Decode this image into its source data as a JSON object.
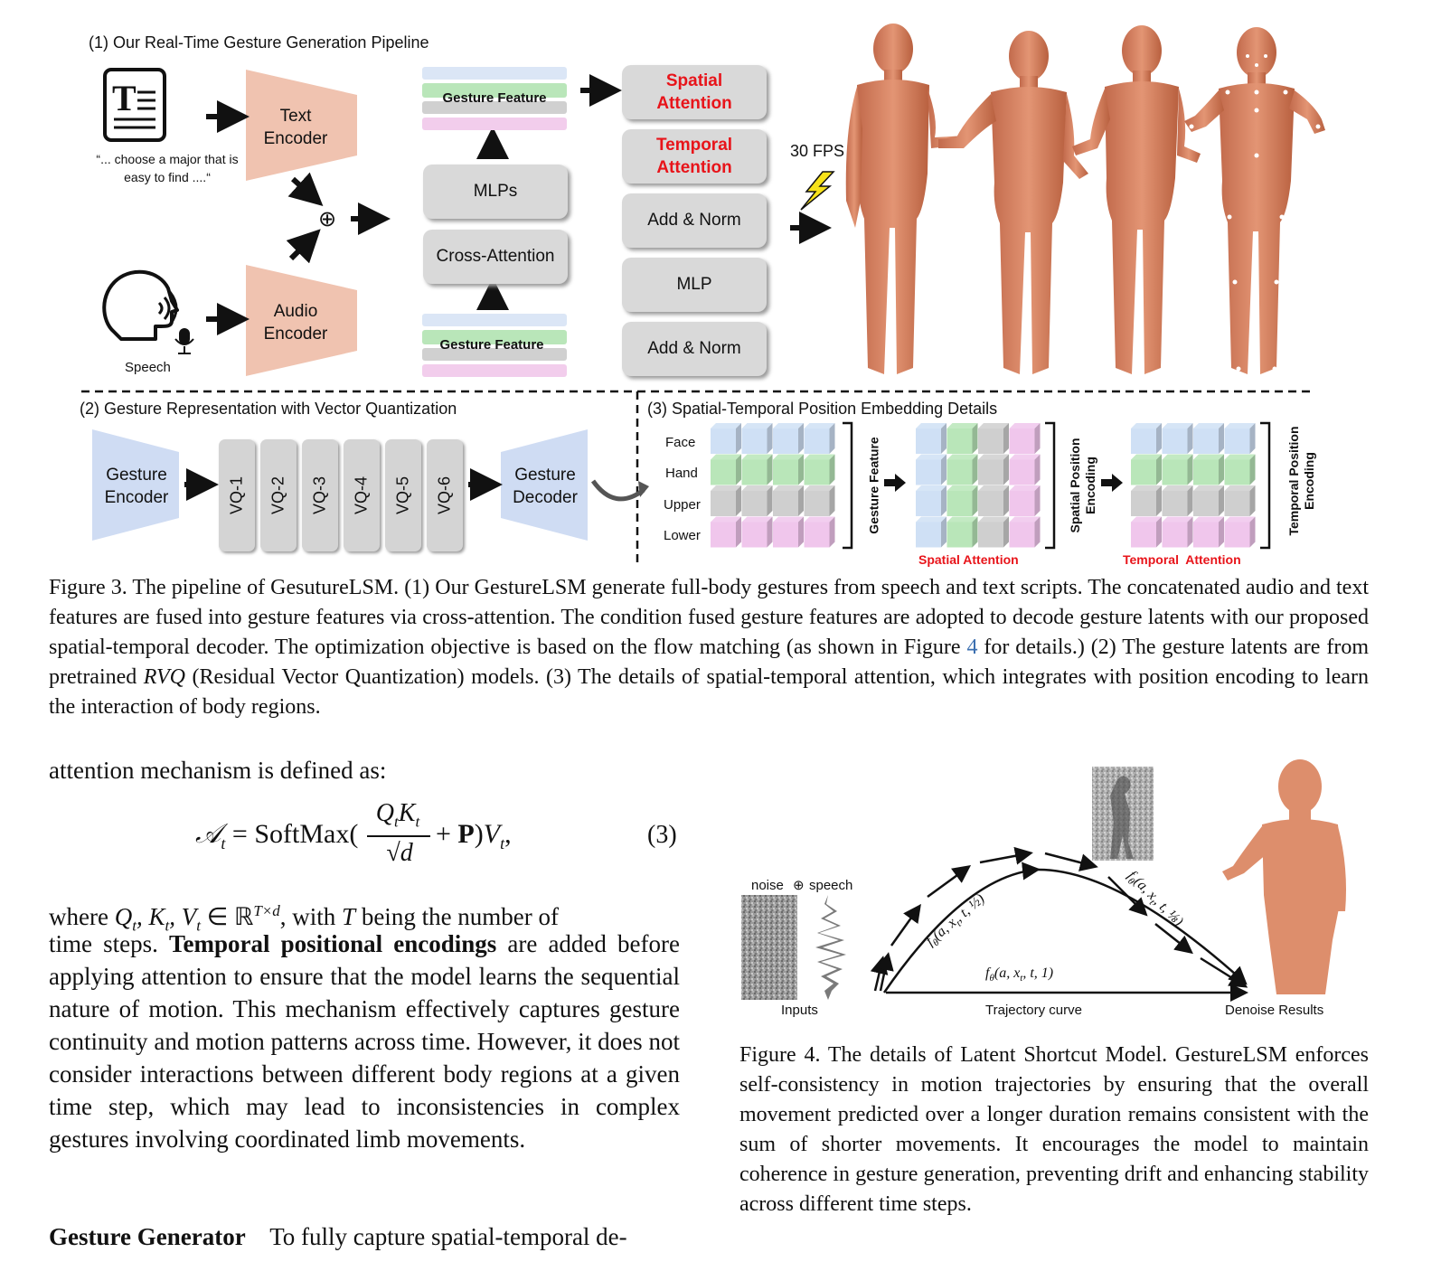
{
  "pipeline": {
    "title": "(1) Our Real-Time Gesture Generation Pipeline",
    "text_quote": "“... choose a major that is easy to find ....“",
    "speech_label": "Speech",
    "text_encoder": "Text Encoder",
    "audio_encoder": "Audio Encoder",
    "plus_symbol": "⊕",
    "gesture_feature_top": "Gesture Feature",
    "gesture_feature_bottom": "Gesture Feature",
    "mlps": "MLPs",
    "cross_attention": "Cross-Attention",
    "spatial_attention": "Spatial Attention",
    "temporal_attention": "Temporal Attention",
    "add_norm_1": "Add & Norm",
    "mlp": "MLP",
    "add_norm_2": "Add & Norm",
    "fps": "30 FPS"
  },
  "vq_section": {
    "title": "(2) Gesture Representation with Vector Quantization",
    "encoder": "Gesture Encoder",
    "decoder": "Gesture Decoder",
    "blocks": [
      "VQ-1",
      "VQ-2",
      "VQ-3",
      "VQ-4",
      "VQ-5",
      "VQ-6"
    ]
  },
  "position_section": {
    "title": "(3) Spatial-Temporal Position Embedding Details",
    "rows": [
      "Face",
      "Hand",
      "Upper",
      "Lower"
    ],
    "label_gesture_feature": "Gesture Feature",
    "label_spatial_pos": "Spatial Position Encoding",
    "label_temporal_pos": "Temporal Position Encoding",
    "spatial_attention": "Spatial Attention",
    "temporal_attention": "Temporal  Attention",
    "colors": {
      "face": "#cfe0f5",
      "hand": "#b9e6b9",
      "upper": "#cfcfcf",
      "lower": "#f0c6ec"
    }
  },
  "figure3_caption": {
    "part1": "Figure 3. The pipeline of GesutureLSM. (1) Our GestureLSM generate full-body gestures from speech and text scripts. The concatenated audio and text features are fused into gesture features via cross-attention.  The condition fused gesture features are adopted to decode gesture latents with our proposed spatial-temporal decoder. The optimization objective is based on the flow matching (as shown in Figure ",
    "link": "4",
    "part2": " for details.) (2) The gesture latents are from pretrained ",
    "italic": "RVQ",
    "part3": " (Residual Vector Quantization) models. (3) The details of spatial-temporal attention, which integrates with position encoding to learn the interaction of body regions."
  },
  "left_column": {
    "intro": "attention mechanism is defined as:",
    "eq_number": "(3)",
    "where_text": "where Q",
    "para": "time steps. ",
    "bold": "Temporal positional encodings",
    "para_rest": " are added before applying attention to ensure that the model learns the sequential nature of motion.  This mechanism effectively captures gesture continuity and motion patterns across time. However, it does not consider interactions between different body regions at a given time step, which may lead to inconsistencies in complex gestures involving coordinated limb movements.",
    "next_heading": "Gesture Generator",
    "next_text": "To fully capture spatial-temporal de-"
  },
  "figure4": {
    "noise_label": "noise",
    "plus": "⊕",
    "speech_label": "speech",
    "inputs": "Inputs",
    "trajectory": "Trajectory curve",
    "denoise": "Denoise Results",
    "f_half": "fθ(a, xt, t, 1/2)",
    "f_one": "fθ(a, xt, t, 1)",
    "f_eighth": "fθ(a, xt, t, 1/8)",
    "caption": "Figure 4. The details of Latent Shortcut Model. GestureLSM enforces self-consistency in motion trajectories by ensuring that the overall movement predicted over a longer duration remains consistent with the sum of shorter movements. It encourages the model to maintain coherence in gesture generation, preventing drift and enhancing stability across different time steps."
  }
}
